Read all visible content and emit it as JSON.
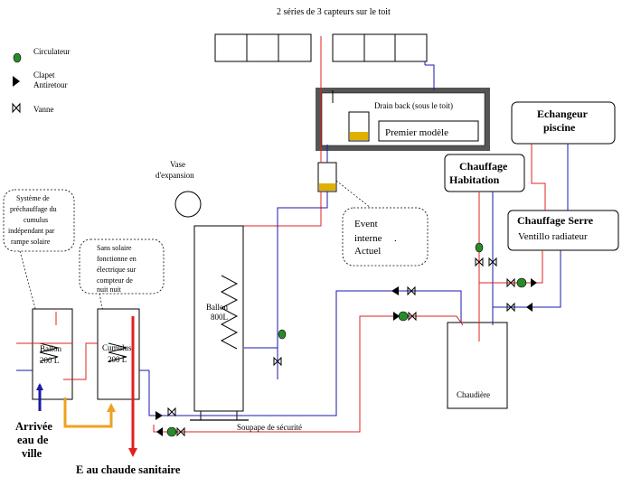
{
  "title": "2 séries de 3 capteurs sur le  toit",
  "legend": {
    "circulateur": "Circulateur",
    "clapet_1": "Clapet",
    "clapet_2": "Antiretour",
    "vanne": "Vanne"
  },
  "drain_back": {
    "label": "Drain back (sous le toit)",
    "premier_modele": "Premier modèle"
  },
  "echangeur": {
    "line1": "Echangeur",
    "line2": "piscine"
  },
  "chauffage_habitation": {
    "line1": "Chauffage",
    "line2": "Habitation"
  },
  "chauffage_serre": {
    "line1": "Chauffage Serre",
    "line2": "Ventillo radiateur"
  },
  "vase": {
    "line1": "Vase",
    "line2": "d'expansion"
  },
  "event": {
    "line1": "Event",
    "line2": "interne",
    "dot": ".",
    "line3": "Actuel"
  },
  "note_prechauffage": {
    "lines": [
      "Système de",
      "préchauffage du",
      "cumulus",
      "indépendant par",
      "rampe solaire"
    ]
  },
  "note_cumulus": {
    "lines": [
      "Sans solaire",
      "fonctionne en",
      "électrique sur",
      "compteur de",
      "nuit nuit"
    ]
  },
  "ballon_200": {
    "line1": "Ballon",
    "line2": "200 L"
  },
  "cumulus_200": {
    "line1": "Cumulus",
    "line2": "200 L"
  },
  "ballon_800": {
    "line1": "Ballon",
    "line2": "800L"
  },
  "chaudiere": "Chaudière",
  "soupape": "Soupape de sécurité",
  "arrivee": {
    "line1": "Arrivée",
    "line2": "eau de",
    "line3": "ville"
  },
  "eau_chaude": "E au chaude sanitaire",
  "colors": {
    "hot": "#e02020",
    "cold": "#1a1aa8",
    "pump": "#2a8a2a",
    "supply": "#f0a020",
    "heater_bar": "#e0b000"
  }
}
